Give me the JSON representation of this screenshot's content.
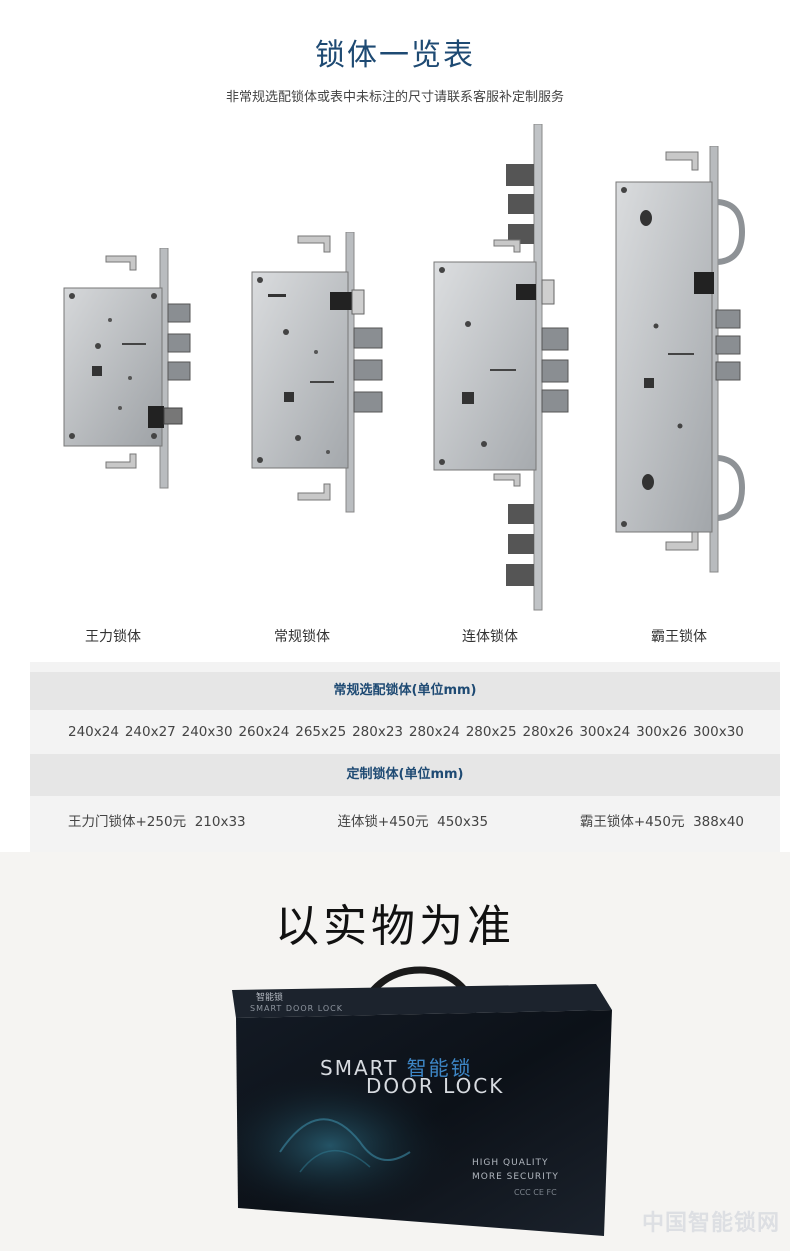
{
  "header": {
    "title": "锁体一览表",
    "subtitle": "非常规选配锁体或表中未标注的尺寸请联系客服补定制服务"
  },
  "products": [
    {
      "label": "王力锁体"
    },
    {
      "label": "常规锁体"
    },
    {
      "label": "连体锁体"
    },
    {
      "label": "霸王锁体"
    }
  ],
  "specs": {
    "standard_heading": "常规选配锁体(单位mm)",
    "standard_sizes": [
      "240x24",
      "240x27",
      "240x30",
      "260x24",
      "265x25",
      "280x23",
      "280x24",
      "280x25",
      "280x26",
      "300x24",
      "300x26",
      "300x30"
    ],
    "custom_heading": "定制锁体(单位mm)",
    "custom_items": [
      {
        "name": "王力门锁体+250元",
        "size": "210x33"
      },
      {
        "name": "连体锁+450元",
        "size": "450x35"
      },
      {
        "name": "霸王锁体+450元",
        "size": "388x40"
      }
    ]
  },
  "lower": {
    "title": "以实物为准",
    "box": {
      "top_brand": "智能锁",
      "top_brand_en": "SMART DOOR LOCK",
      "line1_en": "SMART",
      "line1_cn": "智能锁",
      "line2": "DOOR LOCK",
      "tag1": "HIGH QUALITY",
      "tag2": "MORE SECURITY",
      "certs": "CCC  CE  FC"
    },
    "watermark": "中国智能锁网"
  }
}
